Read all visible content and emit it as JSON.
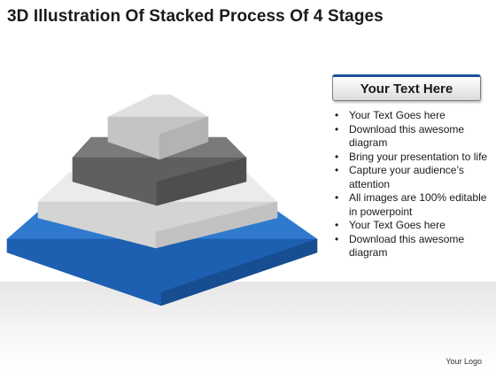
{
  "title": "3D Illustration Of Stacked Process Of 4 Stages",
  "text_panel": {
    "header": "Your Text Here",
    "bullet_glyph": "•",
    "bullets": [
      "Your Text Goes here",
      "Download this awesome diagram",
      "Bring your presentation to life",
      "Capture your audience’s attention",
      "All images are 100% editable in powerpoint",
      "Your Text Goes here",
      "Download this awesome diagram"
    ]
  },
  "pyramid": {
    "stages": [
      {
        "name": "stage-1-bottom",
        "colors": {
          "top": "#2f79cf",
          "front": "#1d5fb0",
          "side": "#174d91"
        }
      },
      {
        "name": "stage-2",
        "colors": {
          "top": "#ebebeb",
          "front": "#d4d4d4",
          "side": "#c2c2c2"
        }
      },
      {
        "name": "stage-3",
        "colors": {
          "top": "#7a7a7a",
          "front": "#5f5f5f",
          "side": "#4e4e4e"
        }
      },
      {
        "name": "stage-4-top",
        "colors": {
          "top": "#e0e0e0",
          "front": "#c4c4c4",
          "side": "#b3b3b3"
        }
      }
    ]
  },
  "logo": "Your Logo",
  "colors": {
    "accent": "#1f4e9a",
    "text": "#1a1a1a"
  }
}
